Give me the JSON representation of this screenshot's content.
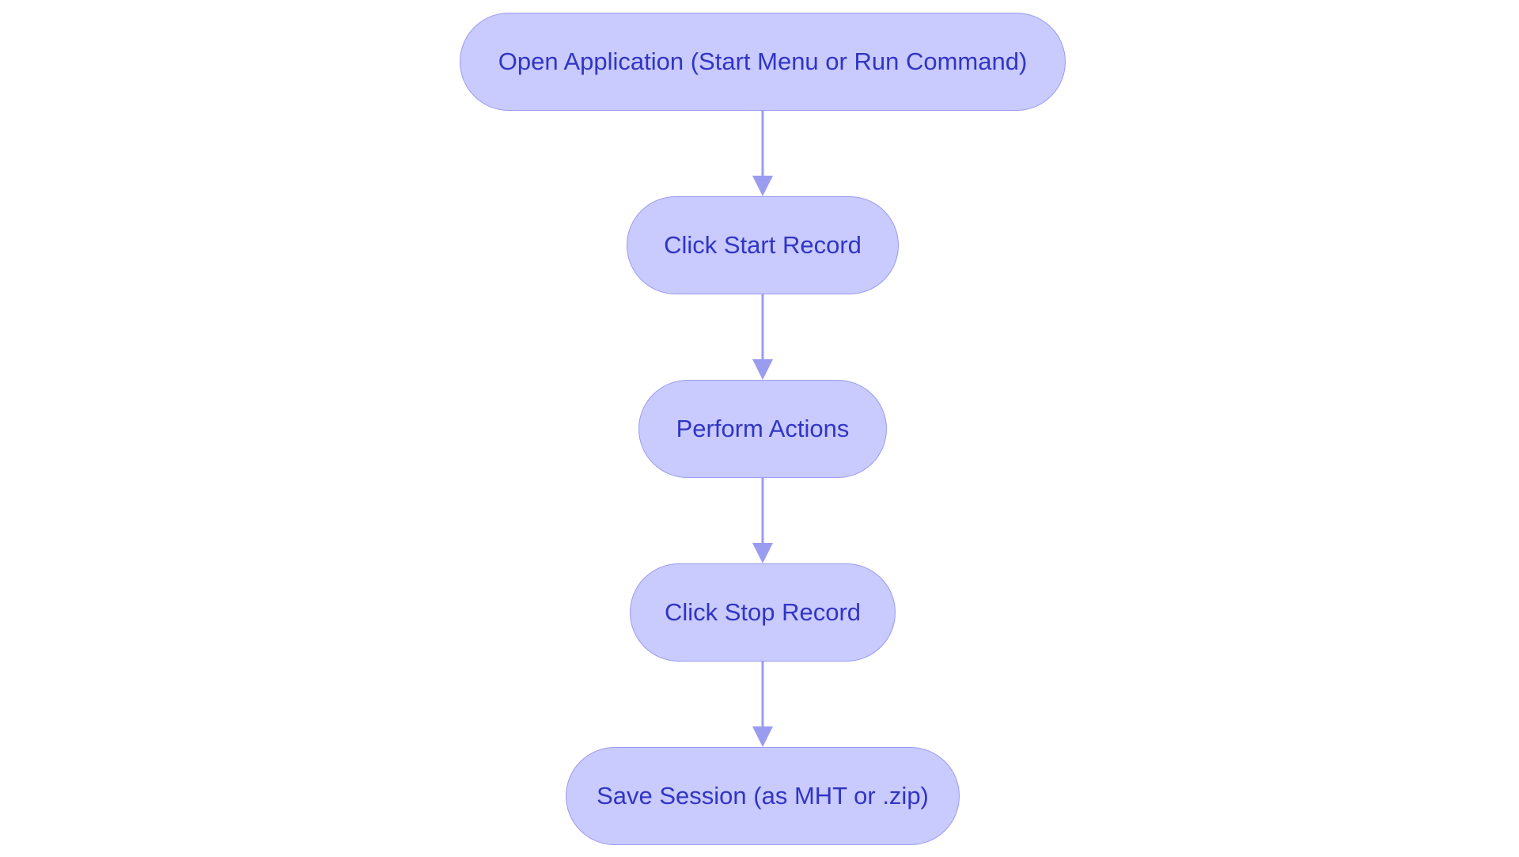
{
  "diagram": {
    "type": "flowchart",
    "direction": "top-to-bottom",
    "colors": {
      "node_fill": "#c9cafd",
      "node_border": "#9a9cf0",
      "node_text": "#3135c4",
      "edge": "#9a9cf0"
    },
    "nodes": [
      {
        "id": "open",
        "label": "Open Application (Start Menu or Run Command)"
      },
      {
        "id": "start",
        "label": "Click Start Record"
      },
      {
        "id": "perform",
        "label": "Perform Actions"
      },
      {
        "id": "stop",
        "label": "Click Stop Record"
      },
      {
        "id": "save",
        "label": "Save Session (as MHT or .zip)"
      }
    ],
    "edges": [
      {
        "from": "open",
        "to": "start"
      },
      {
        "from": "start",
        "to": "perform"
      },
      {
        "from": "perform",
        "to": "stop"
      },
      {
        "from": "stop",
        "to": "save"
      }
    ]
  }
}
